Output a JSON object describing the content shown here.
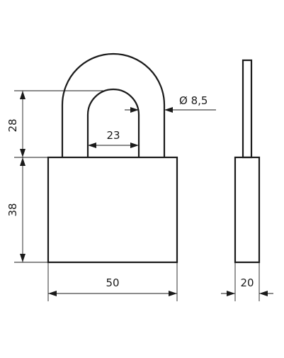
{
  "diagram": {
    "dimensions": {
      "shackle_height": "28",
      "shackle_inner_width": "23",
      "shackle_diameter": "Ø 8,5",
      "body_height": "38",
      "body_width": "50",
      "body_thickness": "20"
    }
  }
}
